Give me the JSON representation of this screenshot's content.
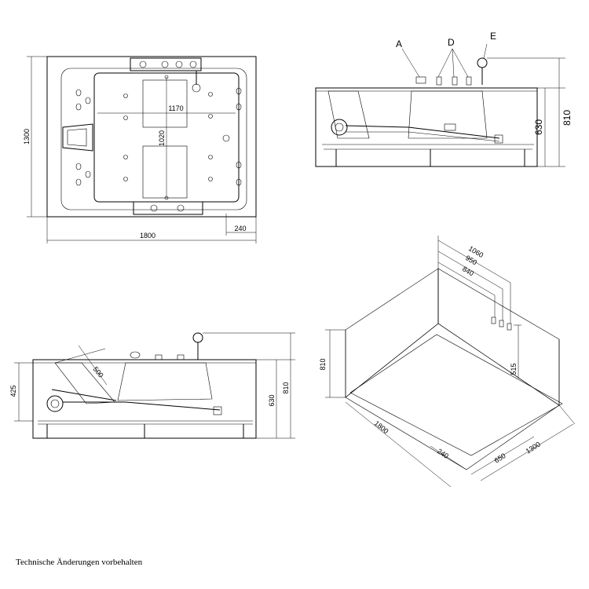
{
  "footer_note": "Technische Änderungen vorbehalten",
  "top_view": {
    "width_1800": "1800",
    "depth_1300": "1300",
    "inner_1170": "1170",
    "inner_1020": "1020",
    "offset_240": "240"
  },
  "front_view": {
    "label_a": "A",
    "label_d": "D",
    "label_e": "E",
    "height_630": "630",
    "height_810": "810"
  },
  "side_view": {
    "height_425": "425",
    "height_630": "630",
    "height_810": "810",
    "angle_500": "500"
  },
  "iso_view": {
    "dim_1060": "1060",
    "dim_950": "950",
    "dim_840": "840",
    "dim_515": "515",
    "dim_810": "810",
    "dim_1800": "1800",
    "dim_240": "240",
    "dim_650": "650",
    "dim_1300": "1300"
  }
}
